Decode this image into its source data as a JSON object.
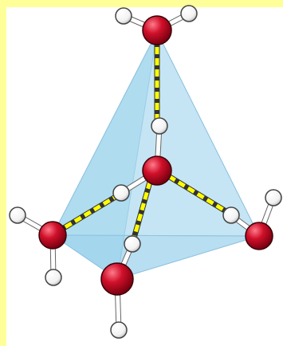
{
  "colors": {
    "background": "#ffffff",
    "frame_border": "#ffff99",
    "tetrahedron_face_light": "#cfe9f6",
    "tetrahedron_face_mid": "#a8d8f0",
    "tetrahedron_face_dark": "#7fc4e6",
    "oxygen": "#d0102a",
    "hydrogen": "#ffffff",
    "hydrogen_bond_fill": "#ffff00",
    "hydrogen_bond_stroke": "#333333"
  },
  "molecules": [
    {
      "id": "top",
      "icon": "water-molecule-icon"
    },
    {
      "id": "center",
      "icon": "water-molecule-icon"
    },
    {
      "id": "left",
      "icon": "water-molecule-icon"
    },
    {
      "id": "right",
      "icon": "water-molecule-icon"
    },
    {
      "id": "bottom",
      "icon": "water-molecule-icon"
    }
  ],
  "hydrogen_bonds": 4
}
